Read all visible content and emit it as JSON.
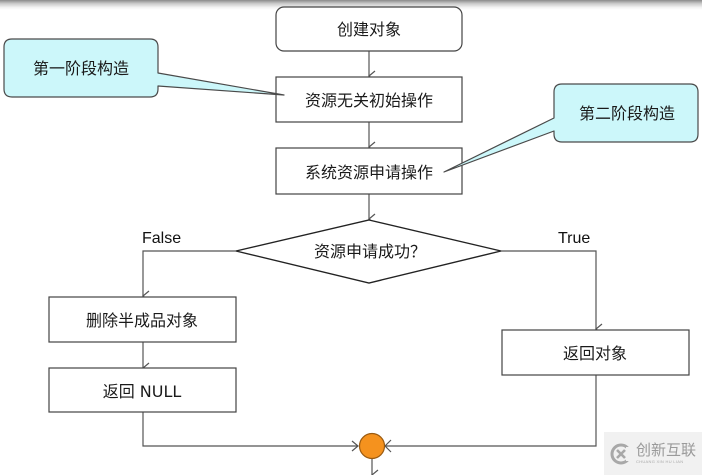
{
  "diagram": {
    "title": "",
    "nodes": {
      "create_object": "创建对象",
      "resource_independent_init": "资源无关初始操作",
      "system_resource_request": "系统资源申请操作",
      "decision": "资源申请成功？",
      "delete_partial_object": "删除半成品对象",
      "return_null": "返回 NULL",
      "return_object": "返回对象"
    },
    "branch_labels": {
      "false": "False",
      "true": "True"
    },
    "callouts": {
      "phase_one": "第一阶段构造",
      "phase_two": "第二阶段构造"
    },
    "colors": {
      "callout_fill": "#ccf7fa",
      "merge_node_fill": "#f5921e",
      "line": "#555555"
    }
  },
  "watermark": {
    "title": "创新互联",
    "subtitle": "CHUANG XIN HU LIAN"
  }
}
